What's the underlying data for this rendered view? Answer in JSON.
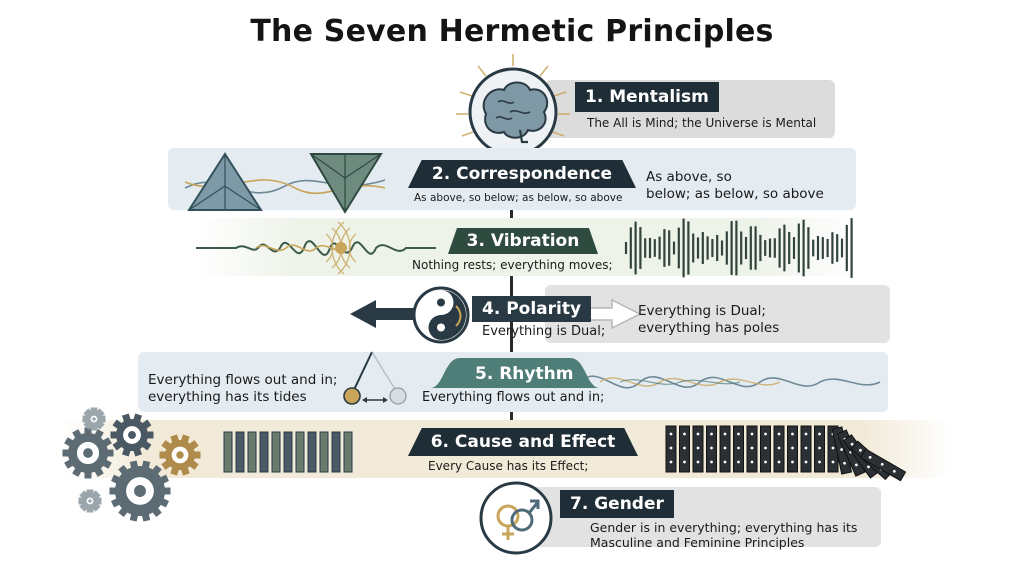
{
  "title": "The Seven Hermetic Principles",
  "principles": [
    {
      "label": "1. Mentalism",
      "subtitle": "The All is Mind; the Universe is Mental",
      "icon": "brain-icon"
    },
    {
      "label": "2. Correspondence",
      "subtitle": "As above, so below; as below, so above",
      "side_lines": [
        "As above, so",
        "below; as below, so above"
      ],
      "icon": "triangle-icon"
    },
    {
      "label": "3. Vibration",
      "subtitle": "Nothing rests; everything moves;",
      "icon": "waveform-icon"
    },
    {
      "label": "4. Polarity",
      "subtitle": "Everything is Dual;",
      "side_lines": [
        "Everything is Dual;",
        "everything has poles"
      ],
      "icon": "yin-yang-icon"
    },
    {
      "label": "5. Rhythm",
      "subtitle": "Everything flows out and in;",
      "side_lines": [
        "Everything flows out and in;",
        "everything has its tides"
      ],
      "icon": "pendulum-icon"
    },
    {
      "label": "6. Cause and Effect",
      "subtitle": "Every Cause has its Effect;",
      "icon": "gears-icon"
    },
    {
      "label": "7. Gender",
      "subtitle_lines": [
        "Gender is in everything; everything has its",
        "Masculine and Feminine Principles"
      ],
      "icon": "gender-symbols-icon"
    }
  ],
  "colors": {
    "tag": "#1f2d36",
    "panel_blue": "#e4ecf2",
    "panel_green": "#eef3ea",
    "panel_gray": "#e2e2e2",
    "panel_tan": "#f2ead8",
    "accent_gold": "#c9a55a",
    "accent_teal": "#4f7d78"
  }
}
